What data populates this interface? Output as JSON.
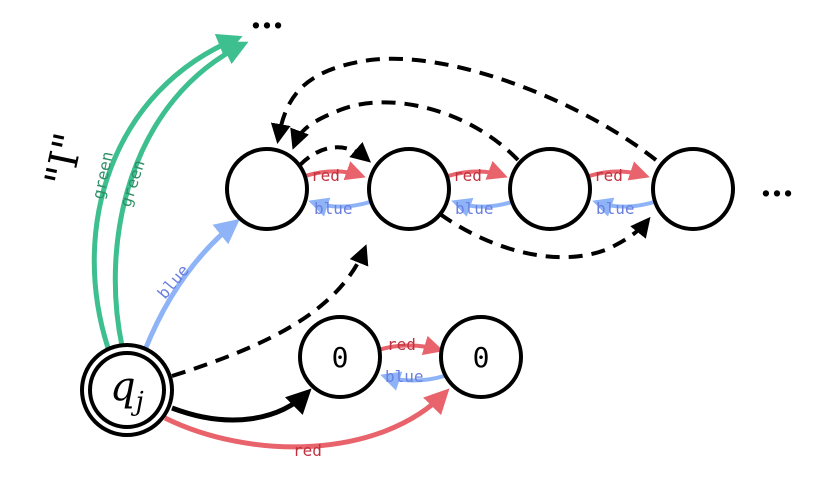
{
  "colors": {
    "red": "#e8636b",
    "blue": "#8eb4f7",
    "green": "#3dbf8f",
    "black": "#000000",
    "blue_text": "#6a7fe0",
    "red_text": "#c0323f",
    "green_text": "#2f8f64"
  },
  "start_node": {
    "base": "q",
    "subscript": "j"
  },
  "ellipsis": "…",
  "i_label": "\"I\"",
  "edge_labels": {
    "green": "green",
    "blue": "blue",
    "red": "red"
  },
  "zero_nodes": [
    "0",
    "0"
  ]
}
